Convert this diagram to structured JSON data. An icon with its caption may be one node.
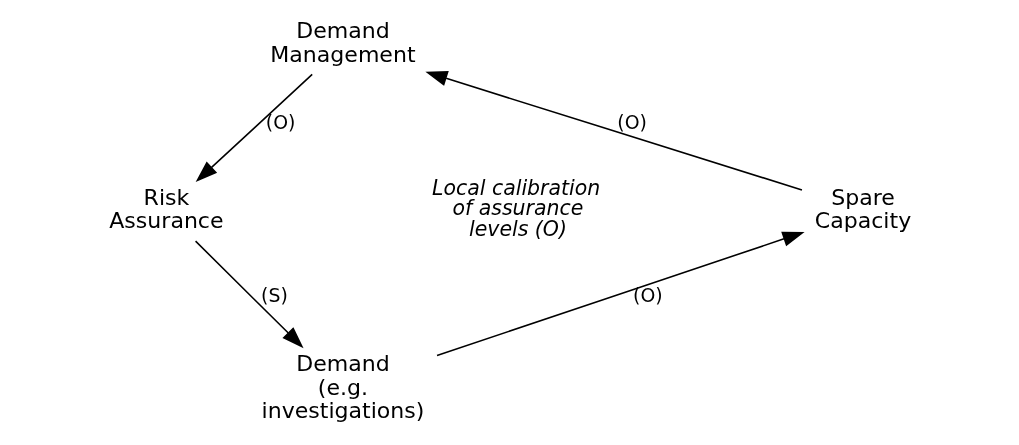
{
  "diagram": {
    "nodes": [
      {
        "text": [
          "Demand Management"
        ]
      },
      {
        "text": [
          "Risk Assurance"
        ]
      },
      {
        "text": [
          "Demand (e.g. investigations)"
        ]
      },
      {
        "text": [
          "Spare Capacity"
        ]
      }
    ],
    "edges": [
      {
        "from": 0,
        "to": 1,
        "arrow": "to",
        "label": "(O)"
      },
      {
        "from": 1,
        "to": 2,
        "arrow": "to",
        "label": "(S)"
      },
      {
        "from": 2,
        "to": 3,
        "arrow": "to",
        "label": "(O)"
      },
      {
        "from": 3,
        "to": 0,
        "arrow": "to",
        "label": "(O)"
      }
    ],
    "labels": [
      "Local calibration of assurance levels (O)"
    ]
  }
}
